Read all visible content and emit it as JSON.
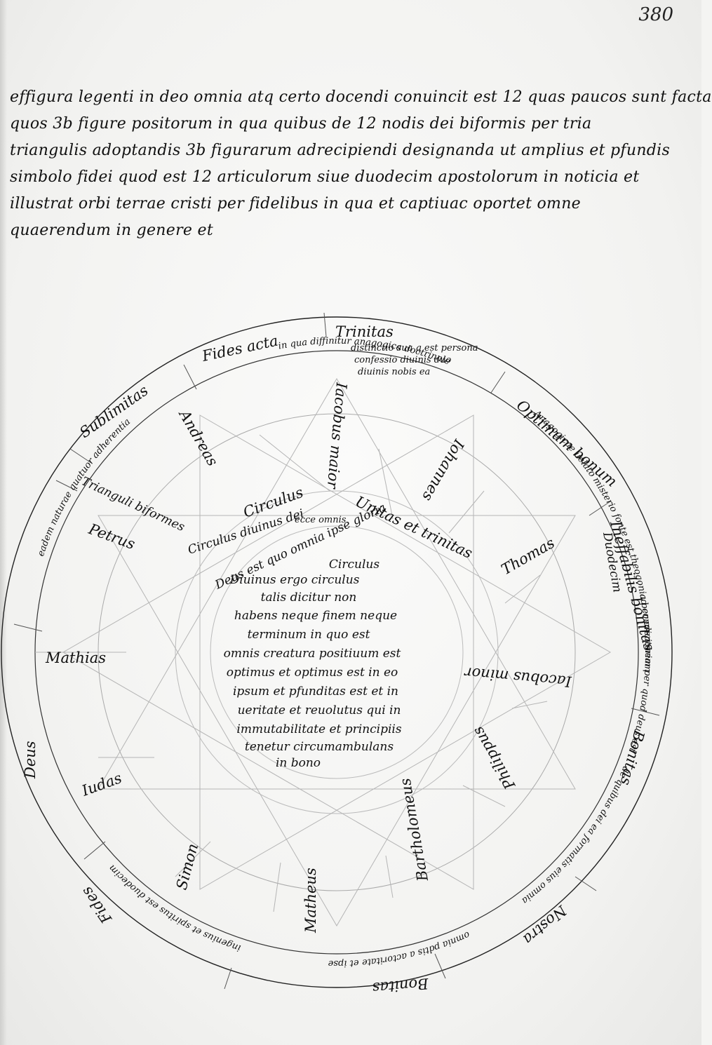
{
  "folio_number": "380",
  "text_lines": [
    "effigura legenti in deo omnia atq certo docendi conuincit est 12 quas paucos sunt facta",
    "quos 3b figure positorum in qua quibus de 12 nodis dei biformis per tria",
    "triangulis adoptandis 3b figurarum adrecipiendi designanda ut amplius et pfundis",
    "simbolo fidei quod est 12 articulorum siue duodecim apostolorum in noticia et",
    "illustrat orbi terrae cristi per fidelibus in qua et captiuac oportet omne",
    "quaerendum in genere et"
  ],
  "diagram": {
    "outer_ring_text": [
      "Anagogicae uelato misterio fonte est theogonia per creatoriam",
      "ad condicionem per quod deus est",
      "in qua diffinitur anagogica doctrinale",
      "omnia pdtis a actoritate et ipse",
      "ingenius et spiritus est duodecim",
      "de quibus dei ea formatis eius omnia",
      "eadem naturae quatuor adherentia"
    ],
    "ring_labels": {
      "top": "Trinitas",
      "top_sub": [
        "distinctio sua q est persona",
        "confessio diuinis duo",
        "diuinis nobis ea"
      ],
      "upper_left_1": "Sublimitas",
      "upper_left_2": "Fides acta",
      "upper_right": "Optimum bonum",
      "right": "Ineffabilis bonitas",
      "lower_right": "Bonitas",
      "bottom_right": "Nostra",
      "bottom": "Bonitas",
      "bottom_left": "Fides",
      "left": "Deus",
      "left_upper": "Trianguli biformes"
    },
    "apostles": [
      "Petrus",
      "Andreas",
      "Iacobus maior",
      "Iohannes",
      "Thomas",
      "Iacobus minor",
      "Philippus",
      "Bartholomeus",
      "Matheus",
      "Simon",
      "Iudas",
      "Mathias"
    ],
    "inner_labels": [
      "Circulus",
      "ecce omnis",
      "Unitas et trinitas",
      "Circulus diuinus dei",
      "Duodecim",
      "Deus est quo omnia ipse gloria"
    ],
    "center_text": [
      "Circulus",
      "Diuinus ergo circulus",
      "talis dicitur non",
      "habens neque finem neque",
      "terminum in quo est",
      "omnis creatura positiuum est",
      "optimus et optimus est in eo",
      "ipsum et pfunditas est et in",
      "ueritate et reuolutus qui in",
      "immutabilitate et principiis",
      "tenetur circumambulans",
      "in bono"
    ]
  }
}
